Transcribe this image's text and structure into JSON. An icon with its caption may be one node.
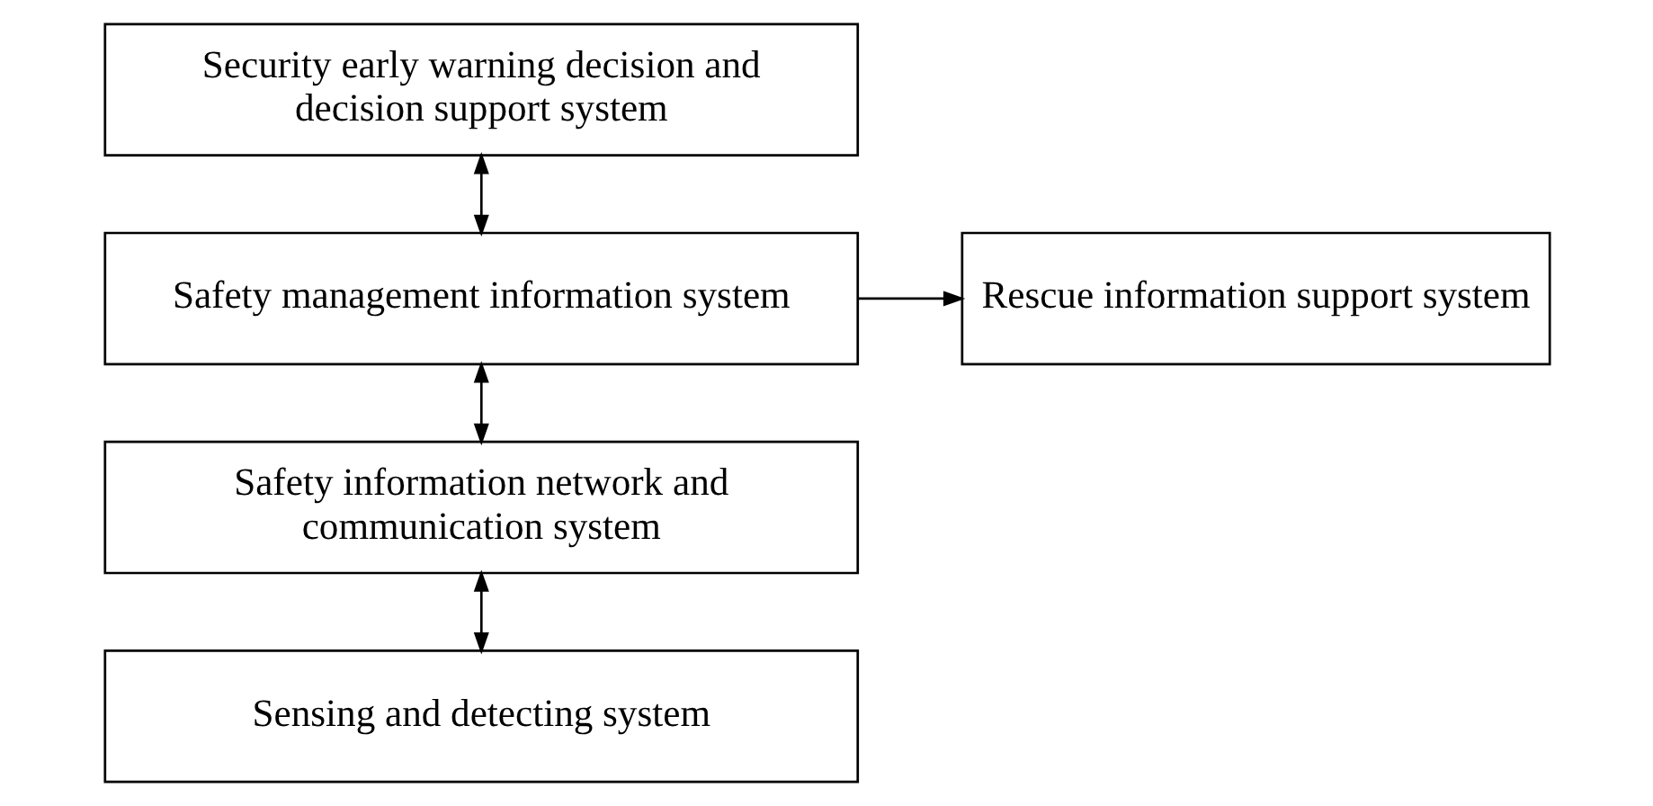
{
  "diagram": {
    "nodes": [
      {
        "text": [
          "Security early warning decision and decision support system"
        ]
      },
      {
        "text": [
          "Safety management information system"
        ]
      },
      {
        "text": [
          "Safety information network and communication system"
        ]
      },
      {
        "text": [
          "Sensing and detecting system"
        ]
      },
      {
        "text": [
          "Rescue information support system"
        ]
      }
    ],
    "edges": [
      {
        "from": 0,
        "to": 1,
        "arrow": "both"
      },
      {
        "from": 1,
        "to": 4,
        "arrow": "to"
      },
      {
        "from": 1,
        "to": 2,
        "arrow": "both"
      },
      {
        "from": 2,
        "to": 3,
        "arrow": "both"
      }
    ]
  }
}
